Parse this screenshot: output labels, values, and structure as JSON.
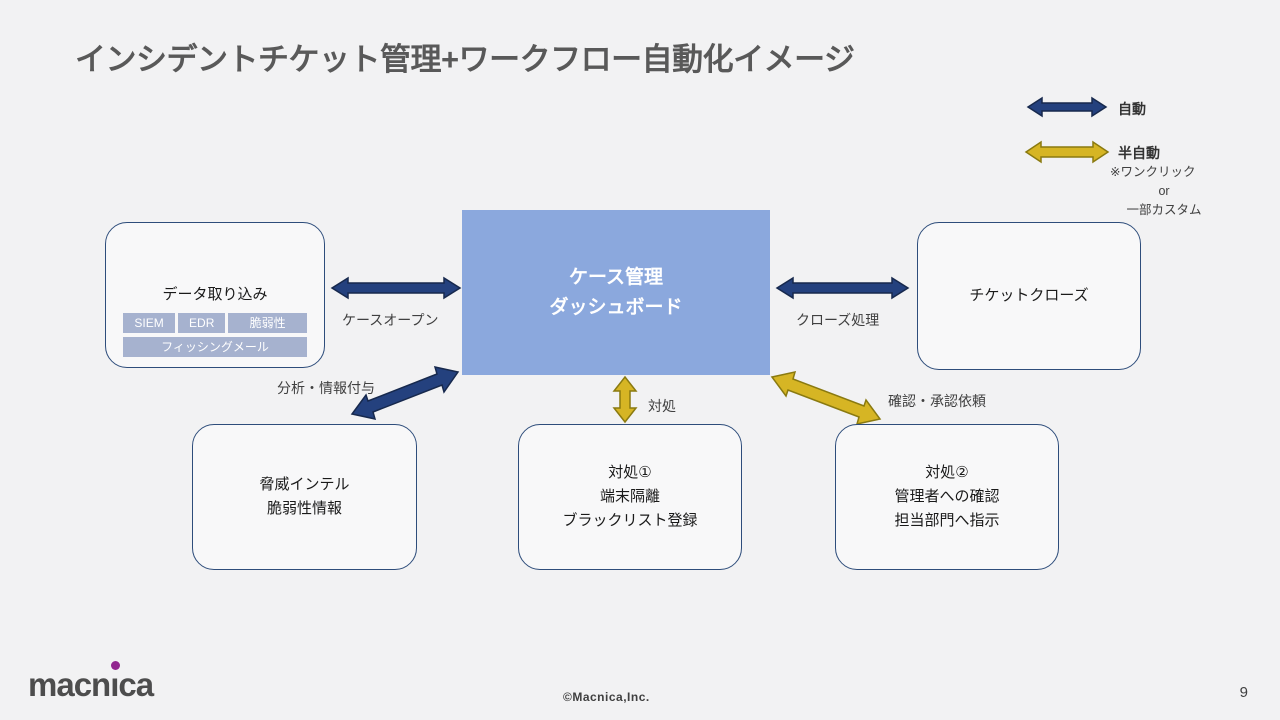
{
  "slide": {
    "title": "インシデントチケット管理+ワークフロー自動化イメージ",
    "copyright": "©Macnica,Inc.",
    "page_number": "9",
    "logo": {
      "part1": "macn",
      "i": "ı",
      "part2": "ca"
    }
  },
  "legend": {
    "auto_label": "自動",
    "semi_auto_label": "半自動",
    "semi_auto_note1": "※ワンクリック",
    "semi_auto_note2": "or",
    "semi_auto_note3": "一部カスタム"
  },
  "boxes": {
    "data_ingest": {
      "title": "データ取り込み",
      "tags": [
        "SIEM",
        "EDR",
        "脆弱性"
      ],
      "wide_tag": "フィッシングメール"
    },
    "case_dashboard": {
      "line1": "ケース管理",
      "line2": "ダッシュボード"
    },
    "ticket_close": {
      "label": "チケットクローズ"
    },
    "threat_intel": {
      "line1": "脅威インテル",
      "line2": "脆弱性情報"
    },
    "action1": {
      "line1": "対処①",
      "line2": "端末隔離",
      "line3": "ブラックリスト登録"
    },
    "action2": {
      "line1": "対処②",
      "line2": "管理者への確認",
      "line3": "担当部門へ指示"
    }
  },
  "arrow_labels": {
    "case_open": "ケースオープン",
    "close_process": "クローズ処理",
    "analysis": "分析・情報付与",
    "action": "対処",
    "approval": "確認・承認依頼"
  },
  "colors": {
    "background": "#f2f2f3",
    "title_text": "#595959",
    "auto_arrow": "#24417e",
    "semi_auto_arrow": "#d6b524",
    "center_box_fill": "#8ba8dd",
    "box_border": "#2e4d7b",
    "tag_fill": "#a6b2cf",
    "logo_dot": "#92278f"
  }
}
